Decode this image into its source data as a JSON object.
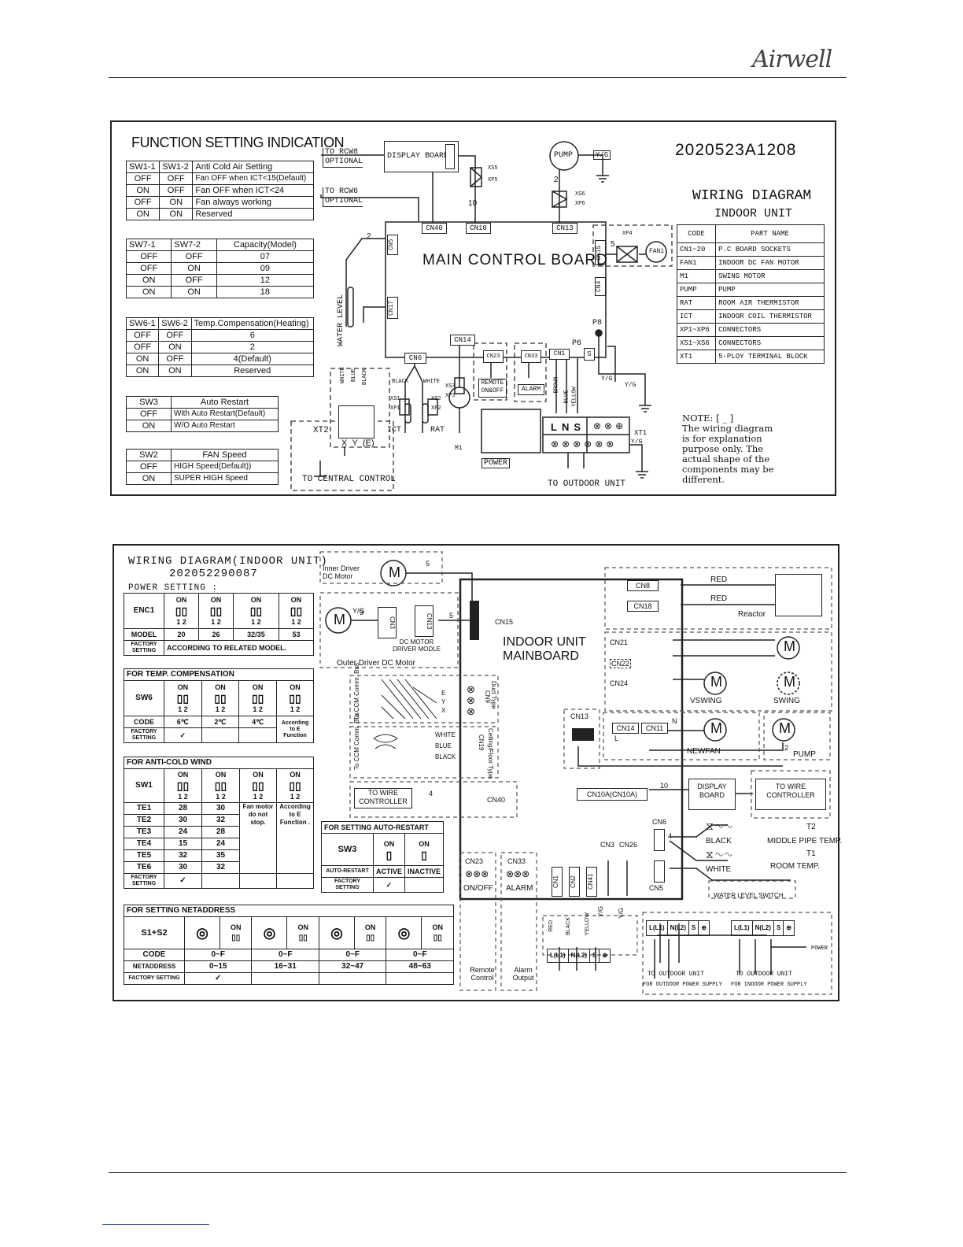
{
  "header": {
    "brand": "Airwell"
  },
  "diagram1": {
    "function_title": "FUNCTION SETTING INDICATION",
    "code": "2020523A1208",
    "wiring_title": "WIRING  DIAGRAM",
    "wiring_subtitle": "INDOOR UNIT",
    "main_board": "MAIN CONTROL BOARD",
    "to_rcw8": "TO RCW8",
    "to_rcw6": "TO RCW6",
    "optional": "OPTIONAL",
    "display_board": "DISPLAY BOARD",
    "pump": "PUMP",
    "yg": "Y/G",
    "fan1": "FAN1",
    "water_level": "WATER LEVEL",
    "connectors": {
      "cn40": "CN40",
      "cn10": "CN10",
      "cn13": "CN13",
      "cn5": "CN5",
      "cn15": "CN15",
      "cn4": "CN4",
      "cn17": "CN17",
      "cn14": "CN14",
      "cn6": "CN6",
      "cn23": "CN23",
      "cn33": "CN33",
      "cn1": "CN1",
      "p8": "P8",
      "p6": "P6",
      "s": "S"
    },
    "xs": {
      "xs5": "XS5",
      "xp5": "XP5",
      "xs6": "XS6",
      "xp6": "XP6",
      "xp4": "XP4",
      "xs1": "XS1",
      "xp1": "XP1",
      "xs2": "XS2",
      "xp2": "XP2",
      "xs3": "XS3",
      "xp3": "XP3"
    },
    "wire_counts": {
      "n2a": "2",
      "n10": "10",
      "n2b": "2",
      "n5": "5"
    },
    "colors": {
      "black": "BLACK",
      "white": "WHITE",
      "blue": "BLUE",
      "brown": "BROWN",
      "yellow": "YELLOW"
    },
    "remote": "REMOTE",
    "onoff": "ON&OFF",
    "alarm": "ALARM",
    "ict": "ICT",
    "rat": "RAT",
    "m1": "M1",
    "xt2": "XT2",
    "xt1": "XT1",
    "xye": [
      "X",
      "Y",
      "(E)"
    ],
    "lns": [
      "L",
      "N",
      "S"
    ],
    "power": "POWER",
    "to_outdoor": "TO OUTDOOR UNIT",
    "to_central": "TO CENTRAL CONTROL",
    "note": [
      "NOTE:",
      "The wiring diagram",
      "is for explanation",
      "purpose only. The",
      "actual shape of the",
      "components may be",
      "different."
    ],
    "sw1": {
      "head": [
        "SW1-1",
        "SW1-2",
        "Anti Cold Air Setting"
      ],
      "rows": [
        [
          "OFF",
          "OFF",
          "Fan OFF when ICT<15(Default)"
        ],
        [
          "ON",
          "OFF",
          "Fan OFF when ICT<24"
        ],
        [
          "OFF",
          "ON",
          "Fan always working"
        ],
        [
          "ON",
          "ON",
          "Reserved"
        ]
      ]
    },
    "sw7": {
      "head": [
        "SW7-1",
        "SW7-2",
        "Capacity(Model)"
      ],
      "rows": [
        [
          "OFF",
          "OFF",
          "07"
        ],
        [
          "OFF",
          "ON",
          "09"
        ],
        [
          "ON",
          "OFF",
          "12"
        ],
        [
          "ON",
          "ON",
          "18"
        ]
      ]
    },
    "sw6": {
      "head": [
        "SW6-1",
        "SW6-2",
        "Temp.Compensation(Heating)"
      ],
      "rows": [
        [
          "OFF",
          "OFF",
          "6"
        ],
        [
          "OFF",
          "ON",
          "2"
        ],
        [
          "ON",
          "OFF",
          "4(Default)"
        ],
        [
          "ON",
          "ON",
          "Reserved"
        ]
      ]
    },
    "sw3": {
      "head": [
        "SW3",
        "Auto Restart"
      ],
      "rows": [
        [
          "OFF",
          "With Auto Restart(Default)"
        ],
        [
          "ON",
          "W/O Auto Restart"
        ]
      ]
    },
    "sw2": {
      "head": [
        "SW2",
        "FAN Speed"
      ],
      "rows": [
        [
          "OFF",
          "HIGH Speed(Default))"
        ],
        [
          "ON",
          "SUPER HIGH Speed"
        ]
      ]
    },
    "parts": {
      "head": [
        "CODE",
        "PART NAME"
      ],
      "rows": [
        [
          "CN1~20",
          "P.C BOARD SOCKETS"
        ],
        [
          "FAN1",
          "INDOOR DC FAN MOTOR"
        ],
        [
          "M1",
          "SWING MOTOR"
        ],
        [
          "PUMP",
          "PUMP"
        ],
        [
          "RAT",
          "ROOM AIR THERMISTOR"
        ],
        [
          "ICT",
          "INDOOR COIL THERMISTOR"
        ],
        [
          "XP1~XP6",
          "CONNECTORS"
        ],
        [
          "XS1~XS6",
          "CONNECTORS"
        ],
        [
          "XT1",
          "5-PLOY TERMINAL BLOCK"
        ]
      ]
    }
  },
  "diagram2": {
    "title": "WIRING DIAGRAM(INDOOR UNIT)",
    "code": "202052290087",
    "power_setting": "POWER  SETTING :",
    "enc1": "ENC1",
    "model_label": "MODEL",
    "models": [
      "20",
      "26",
      "32/35",
      "53"
    ],
    "factory_setting": "FACTORY SETTING",
    "according_model": "ACCORDING TO RELATED MODEL.",
    "temp_comp": "FOR TEMP. COMPENSATION",
    "sw6": "SW6",
    "code_label": "CODE",
    "temp_codes": [
      "6℃",
      "2℃",
      "4℃",
      "According to E Function"
    ],
    "anti_cold": "FOR ANTI-COLD WIND",
    "sw1": "SW1",
    "te_rows": [
      [
        "TE1",
        "28",
        "30"
      ],
      [
        "TE2",
        "30",
        "32"
      ],
      [
        "TE3",
        "24",
        "28"
      ],
      [
        "TE4",
        "15",
        "24"
      ],
      [
        "TE5",
        "32",
        "35"
      ],
      [
        "TE6",
        "30",
        "32"
      ]
    ],
    "fan_motor_stop": "Fan motor do not stop.",
    "according_e": "According to E Function .",
    "auto_restart_title": "FOR SETTING AUTO-RESTART",
    "sw3": "SW3",
    "auto_restart": "AUTO-RESTART",
    "active": "ACTIVE",
    "inactive": "INACTIVE",
    "netaddress_title": "FOR SETTING NETADDRESS",
    "s1s2": "S1+S2",
    "net_codes": [
      "0~F",
      "0~F",
      "0~F",
      "0~F"
    ],
    "netaddress_label": "NETADDRESS",
    "net_ranges": [
      "0~15",
      "16~31",
      "32~47",
      "48~63"
    ],
    "on": "ON",
    "digits": "1 2",
    "inner_driver": "Inner Driver DC Motor",
    "outer_driver": "Outer Driver DC Motor",
    "dc_motor_driver": "DC MOTOR DRIVER MODLE",
    "mainboard": "INDOOR UNIT MAINBOARD",
    "cn15": "CN15",
    "cn3a": "CN3",
    "cn13a": "CN13",
    "to_ccm_a": "To CCM Comm. Bus",
    "duct_type": "Duct Type",
    "cn9": "CN9",
    "to_ccm_b": "To CCM Comm. Bus",
    "ceiling_type": "Ceiling/Floor Type",
    "cn19": "CN19",
    "wires_eyx": [
      "E",
      "Y",
      "X"
    ],
    "wires_wbb": [
      "WHITE",
      "BLUE",
      "BLACK"
    ],
    "to_wire_controller": "TO WIRE CONTROLLER",
    "cn40": "CN40",
    "cn8": "CN8",
    "cn18": "CN18",
    "red": "RED",
    "reactor": "Reactor",
    "cn21": "CN21",
    "cn22": "CN22",
    "cn24": "CN24",
    "vswing": "VSWING",
    "swing": "SWING",
    "cn13b": "CN13",
    "cn14": "CN14",
    "cn11": "CN11",
    "newfan": "NEWFAN",
    "pump": "PUMP",
    "cn10a": "CN10A(CN10A)",
    "display_board": "DISPLAY BOARD",
    "cn6": "CN6",
    "cn5": "CN5",
    "cn3": "CN3",
    "cn26": "CN26",
    "t2": "T2",
    "t1": "T1",
    "black": "BLACK",
    "white": "WHITE",
    "middle_pipe": "MIDDLE PIPE TEMP.",
    "room_temp": "ROOM TEMP.",
    "water_level_switch": "WATER LEVEL SWITCH",
    "cn23": "CN23",
    "cn33": "CN33",
    "onoff": "ON/OFF",
    "alarm": "ALARM",
    "remote_control": "Remote Control",
    "alarm_output": "Alarm Output",
    "cn1": "CN1",
    "cn2": "CN2",
    "cn41": "CN41",
    "yg": "Y/G",
    "wire_colors": [
      "RED",
      "BLACK",
      "YELLOW"
    ],
    "terminals_a": [
      "L(L1)",
      "N(L2)",
      "S"
    ],
    "terminals_b": [
      "L(L1)",
      "N(L2)",
      "S"
    ],
    "terminals_c": [
      "L(L1)",
      "N(L2)",
      "S"
    ],
    "to_outdoor_unit": "TO OUTDOOR UNIT",
    "outdoor_power": "FOR OUTDOOR POWER SUPPLY",
    "indoor_power": "FOR INDOOR POWER SUPPLY",
    "power": "POWER",
    "wire_nums": {
      "n5a": "5",
      "n3": "3",
      "n5b": "5",
      "n4a": "4",
      "n10": "10",
      "n4b": "4",
      "n2": "2",
      "n": "N",
      "l": "L"
    }
  }
}
